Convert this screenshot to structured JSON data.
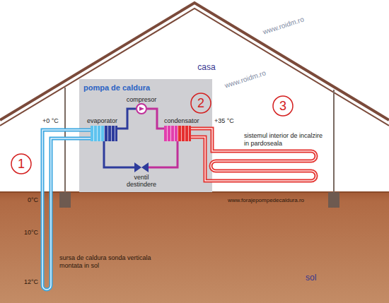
{
  "diagram": {
    "nodes": [
      {
        "text": [
          "pompa de caldura"
        ]
      },
      {
        "text": [
          "evaporator"
        ],
        "in": 0
      },
      {
        "text": [
          "compresor"
        ],
        "in": 0
      },
      {
        "text": [
          "condensator"
        ],
        "in": 0
      },
      {
        "text": [
          "ventil destindere"
        ],
        "in": 0
      }
    ],
    "edges": [
      {
        "from": 1,
        "to": 2,
        "arrow": "none"
      },
      {
        "from": 2,
        "to": 3,
        "arrow": "none"
      },
      {
        "from": 3,
        "to": 4,
        "arrow": "none"
      },
      {
        "from": 4,
        "to": 1,
        "arrow": "none"
      }
    ],
    "labels": [
      "casa",
      "+0 °C",
      "+35 °C",
      "sistemul interior de incalzire in pardoseala",
      "1",
      "2",
      "3",
      "www.roidm.ro",
      "www.roidm.ro",
      "0°C",
      "10°C",
      "12°C",
      "sursa de caldura sonda verticala montata in sol",
      "www.forajepompedecaldura.ro",
      "sol"
    ]
  }
}
